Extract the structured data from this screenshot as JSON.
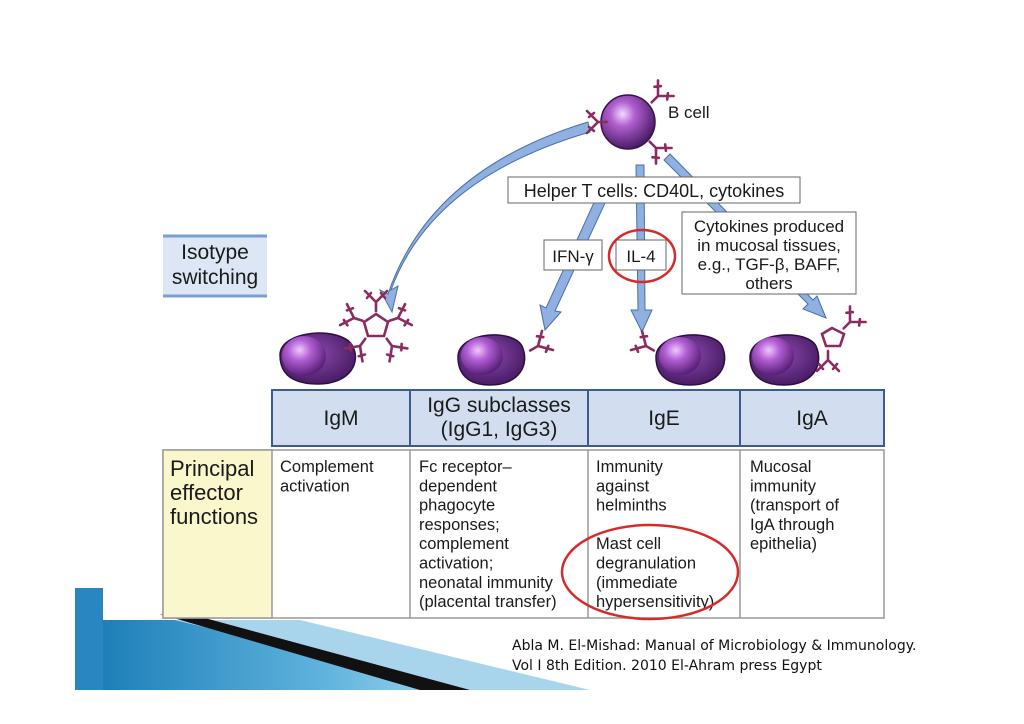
{
  "diagram": {
    "b_cell_label": "B cell",
    "helper_t_label": "Helper T cells: CD40L, cytokines",
    "isotype_switching": [
      "Isotype",
      "switching"
    ],
    "ifn_label": "IFN-γ",
    "il4_label": "IL-4",
    "mucosal_cytokines": [
      "Cytokines produced",
      "in mucosal tissues,",
      "e.g., TGF-β, BAFF,",
      "others"
    ],
    "isotypes": [
      {
        "name": [
          "IgM"
        ]
      },
      {
        "name": [
          "IgG subclasses",
          "(IgG1, IgG3)"
        ]
      },
      {
        "name": [
          "IgE"
        ]
      },
      {
        "name": [
          "IgA"
        ]
      }
    ],
    "principal_effector_label": [
      "Principal",
      "effector",
      "functions"
    ],
    "functions": [
      [
        "Complement",
        "activation"
      ],
      [
        "Fc receptor–",
        "dependent",
        "phagocyte",
        "responses;",
        "complement",
        "activation;",
        "neonatal immunity",
        "(placental transfer)"
      ],
      [
        "Immunity",
        "against",
        "helminths",
        "",
        "Mast cell",
        "degranulation",
        "(immediate",
        "hypersensitivity)"
      ],
      [
        "Mucosal",
        "immunity",
        "(transport of",
        "IgA through",
        "epithelia)"
      ]
    ],
    "highlight_color": "#d42b2b",
    "arrow_color": "#7a9fd6",
    "cell_color": "#7a3a9a",
    "antibody_color": "#8a2c5e"
  },
  "citation": {
    "line1": "Abla M. El-Mishad: Manual of Microbiology & Immunology.",
    "line2": "Vol I 8th Edition. 2010 El-Ahram press Egypt"
  }
}
